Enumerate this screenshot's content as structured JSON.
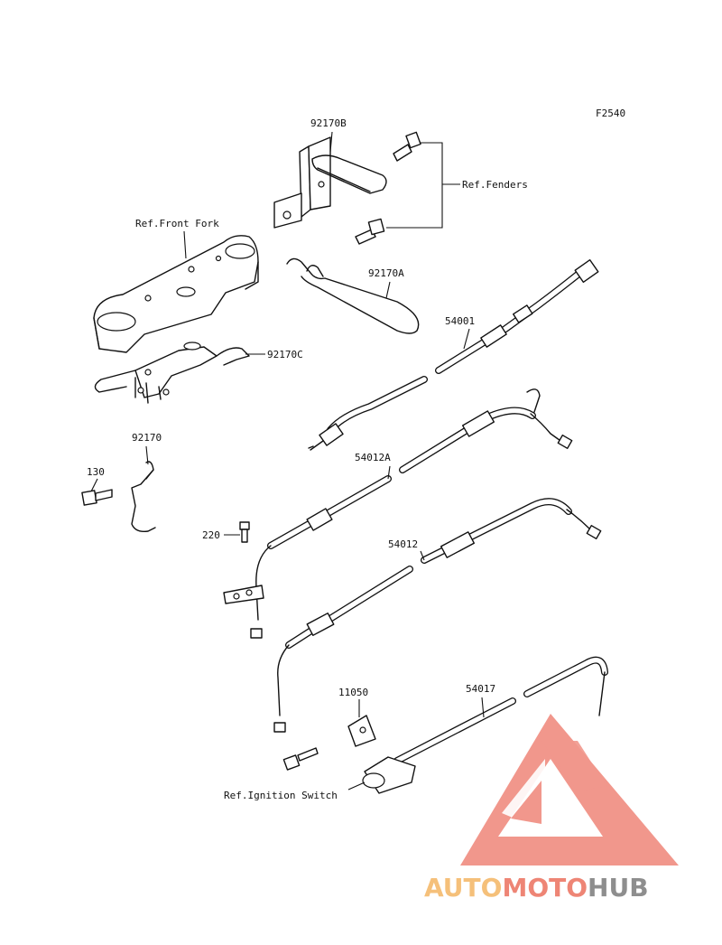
{
  "figure_code": "F2540",
  "labels": {
    "p92170B": "92170B",
    "ref_fenders": "Ref.Fenders",
    "ref_front_fork": "Ref.Front Fork",
    "p92170A": "92170A",
    "p54001": "54001",
    "p92170C": "92170C",
    "p92170": "92170",
    "p130": "130",
    "p54012A": "54012A",
    "p220": "220",
    "p54012": "54012",
    "p11050": "11050",
    "p54017": "54017",
    "ref_ignition_switch": "Ref.Ignition Switch"
  },
  "watermark": {
    "part1": "AUTO",
    "part2": "MOTO",
    "part3": "HUB",
    "colors": {
      "auto": "#f5c07a",
      "moto": "#ee8575",
      "hub": "#8e8e8e",
      "logo": "#f08c80"
    }
  }
}
